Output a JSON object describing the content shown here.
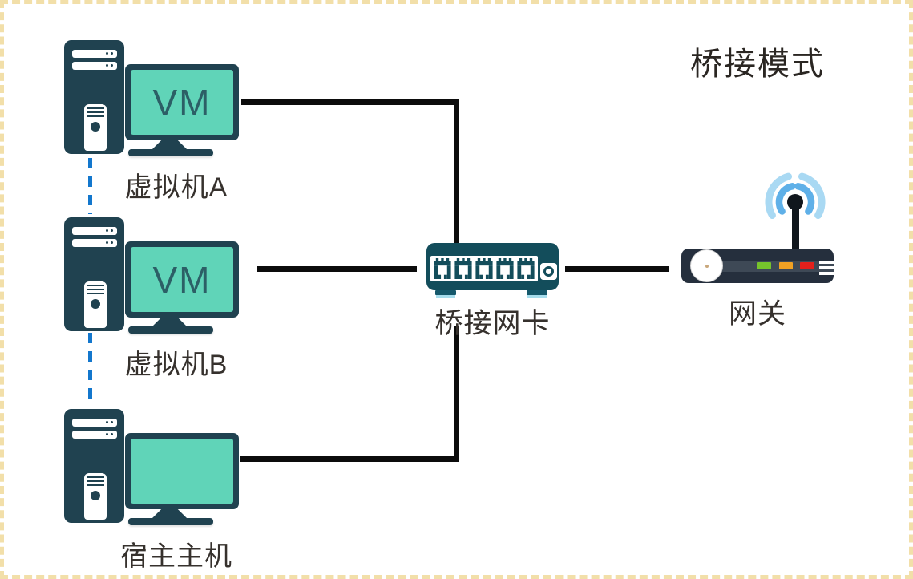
{
  "title": "桥接模式",
  "nodes": {
    "vm_a": {
      "label": "虚拟机A",
      "screen_text": "VM"
    },
    "vm_b": {
      "label": "虚拟机B",
      "screen_text": "VM"
    },
    "host": {
      "label": "宿主主机",
      "screen_text": ""
    },
    "bridge": {
      "label": "桥接网卡"
    },
    "gateway": {
      "label": "网关"
    }
  },
  "connections": [
    {
      "from": "vm_a",
      "to": "bridge",
      "style": "solid-black-elbow"
    },
    {
      "from": "vm_b",
      "to": "bridge",
      "style": "solid-black-straight"
    },
    {
      "from": "host",
      "to": "bridge",
      "style": "solid-black-elbow"
    },
    {
      "from": "bridge",
      "to": "gateway",
      "style": "solid-black-straight"
    },
    {
      "from": "vm_a",
      "to": "vm_b",
      "style": "dashed-blue-vertical"
    },
    {
      "from": "vm_b",
      "to": "host",
      "style": "dashed-blue-vertical"
    }
  ],
  "colors": {
    "device_dark": "#204250",
    "switch_dark": "#134d5b",
    "screen_teal": "#60d4b8",
    "screen_text": "#2c5f66",
    "label_text": "#36312d",
    "connection_line": "#0c0c0c",
    "virtual_link_dashed": "#1377cd",
    "border_dash": "#f2dfa9",
    "router_body": "#252f3d",
    "router_strip": "#3e4956",
    "led_green": "#76c32c",
    "led_orange": "#f0a124",
    "led_red": "#e3201c",
    "wifi_inner": "#5fb0e8",
    "wifi_outer": "#a9d9f3",
    "switch_foot": "#15586b",
    "switch_foot_glow": "#a6dded"
  }
}
